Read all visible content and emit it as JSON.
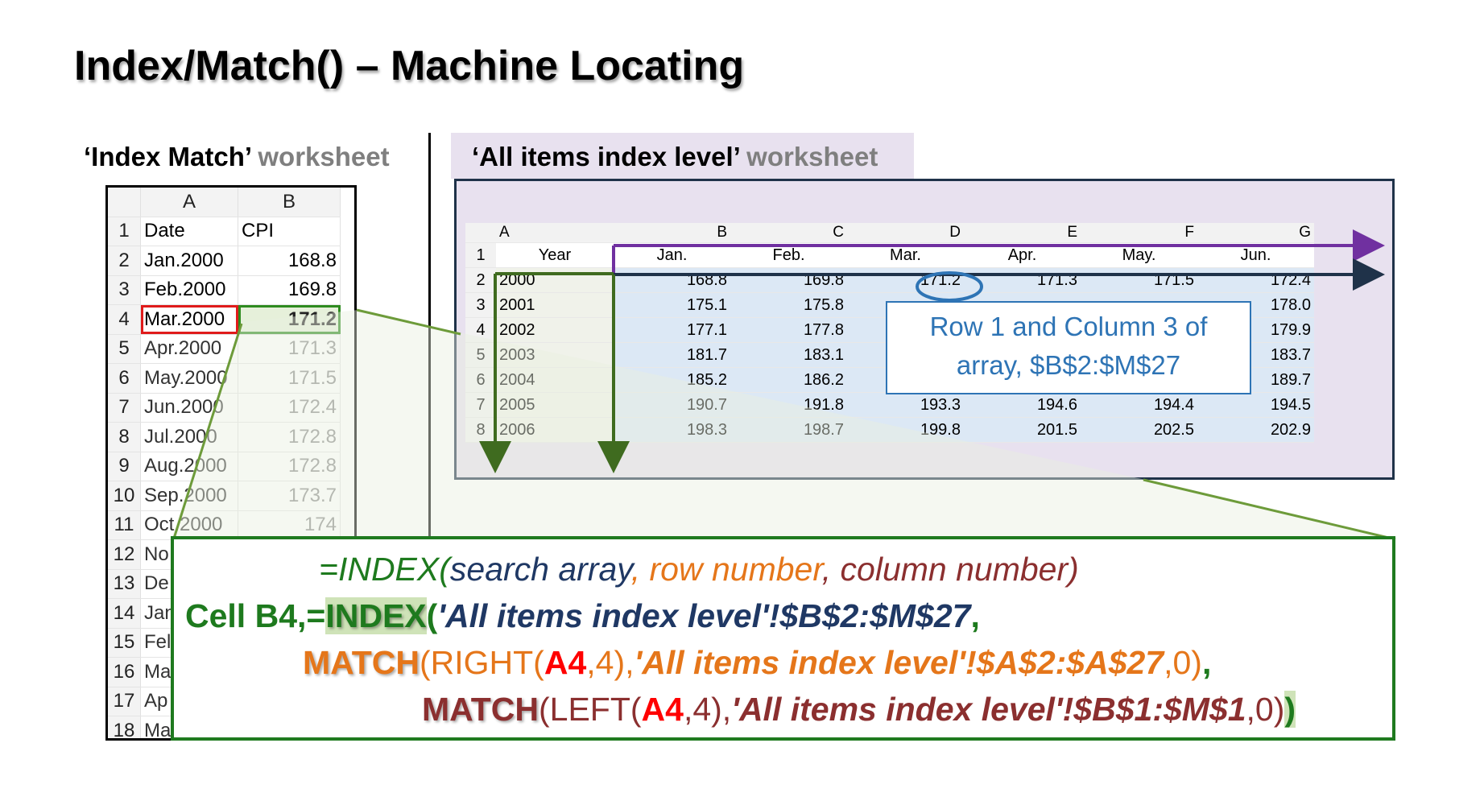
{
  "title": "Index/Match() – Machine Locating",
  "left_caption": {
    "name": "‘Index Match’",
    "suffix": " worksheet"
  },
  "right_caption": {
    "name": "‘All items index level’",
    "suffix": " worksheet"
  },
  "left_sheet": {
    "col_headers": [
      "A",
      "B"
    ],
    "rows": [
      {
        "n": "1",
        "a": "Date",
        "b": "CPI"
      },
      {
        "n": "2",
        "a": "Jan.2000",
        "b": "168.8"
      },
      {
        "n": "3",
        "a": "Feb.2000",
        "b": "169.8"
      },
      {
        "n": "4",
        "a": "Mar.2000",
        "b": "171.2"
      },
      {
        "n": "5",
        "a": "Apr.2000",
        "b": "171.3"
      },
      {
        "n": "6",
        "a": "May.2000",
        "b": "171.5"
      },
      {
        "n": "7",
        "a": "Jun.2000",
        "b": "172.4"
      },
      {
        "n": "8",
        "a": "Jul.2000",
        "b": "172.8"
      },
      {
        "n": "9",
        "a": "Aug.2000",
        "b": "172.8"
      },
      {
        "n": "10",
        "a": "Sep.2000",
        "b": "173.7"
      },
      {
        "n": "11",
        "a": "Oct.2000",
        "b": "174"
      },
      {
        "n": "12",
        "a": "No",
        "b": ""
      },
      {
        "n": "13",
        "a": "De",
        "b": ""
      },
      {
        "n": "14",
        "a": "Jan",
        "b": ""
      },
      {
        "n": "15",
        "a": "Fel",
        "b": ""
      },
      {
        "n": "16",
        "a": "Ma",
        "b": ""
      },
      {
        "n": "17",
        "a": "Ap",
        "b": ""
      },
      {
        "n": "18",
        "a": "Ma",
        "b": ""
      }
    ]
  },
  "right_sheet": {
    "col_headers": [
      "A",
      "B",
      "C",
      "D",
      "E",
      "F",
      "G"
    ],
    "header_row": [
      "Year",
      "Jan.",
      "Feb.",
      "Mar.",
      "Apr.",
      "May.",
      "Jun."
    ],
    "rows": [
      {
        "n": "2",
        "cells": [
          "2000",
          "168.8",
          "169.8",
          "171.2",
          "171.3",
          "171.5",
          "172.4"
        ]
      },
      {
        "n": "3",
        "cells": [
          "2001",
          "175.1",
          "175.8",
          "",
          "",
          "",
          "178.0"
        ]
      },
      {
        "n": "4",
        "cells": [
          "2002",
          "177.1",
          "177.8",
          "",
          "",
          "",
          "179.9"
        ]
      },
      {
        "n": "5",
        "cells": [
          "2003",
          "181.7",
          "183.1",
          "",
          "",
          "",
          "183.7"
        ]
      },
      {
        "n": "6",
        "cells": [
          "2004",
          "185.2",
          "186.2",
          "",
          "",
          "",
          "189.7"
        ]
      },
      {
        "n": "7",
        "cells": [
          "2005",
          "190.7",
          "191.8",
          "193.3",
          "194.6",
          "194.4",
          "194.5"
        ]
      },
      {
        "n": "8",
        "cells": [
          "2006",
          "198.3",
          "198.7",
          "199.8",
          "201.5",
          "202.5",
          "202.9"
        ]
      }
    ],
    "note_line1": "Row 1 and Column 3 of",
    "note_line2": "array, $B$2:$M$27"
  },
  "formula": {
    "line1": [
      "=INDEX(",
      "search array",
      ", ",
      "row number",
      ", ",
      "column number",
      ")"
    ],
    "line2": [
      "Cell B4,",
      "=",
      "INDEX",
      "(",
      "'All items index level'!$B$2:$M$27",
      ","
    ],
    "line3": [
      "MATCH",
      "(RIGHT(",
      "A4",
      ",4),",
      "'All items index level'!$A$2:$A$27",
      ",0)",
      ","
    ],
    "line4": [
      "MATCH",
      "(LEFT(",
      "A4",
      ",4),",
      "'All items index level'!$B$1:$M$1",
      ",0)",
      ")"
    ]
  },
  "colors": {
    "green": "#1e7a1e",
    "orange": "#e5761a",
    "brown": "#8b2f2f",
    "navy": "#1f3864",
    "red": "#ff0000",
    "blue": "#2e74b5",
    "purple": "#7030a0"
  }
}
